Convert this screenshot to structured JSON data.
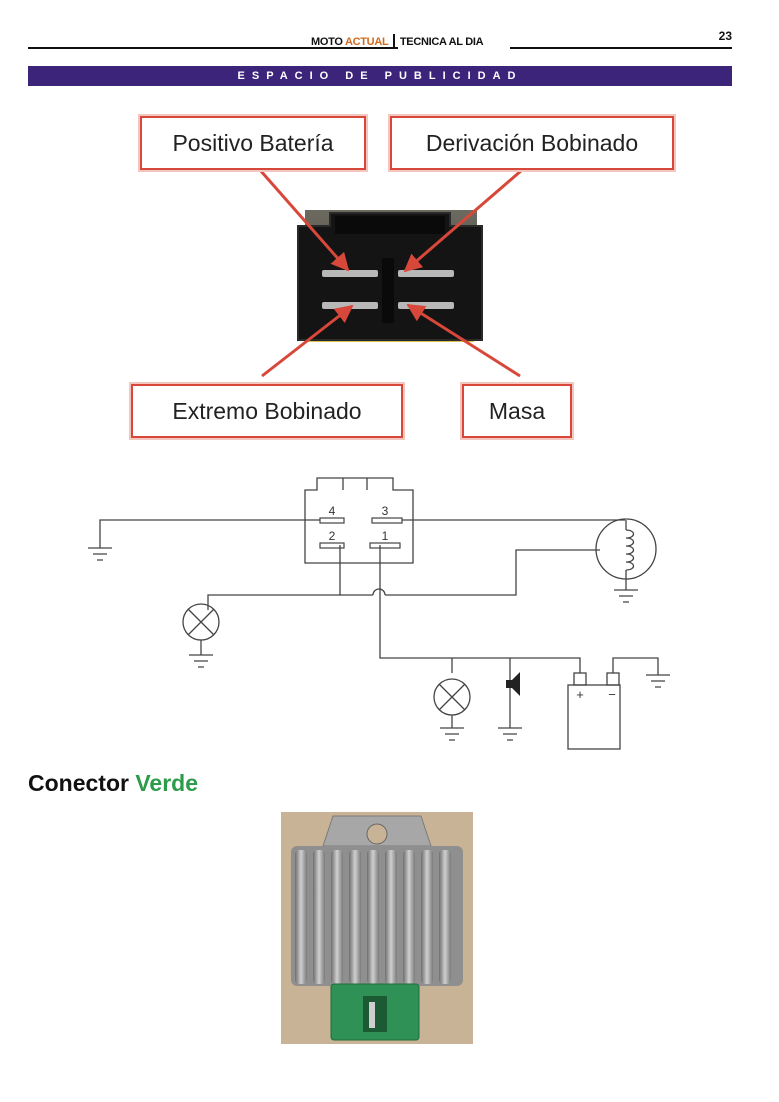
{
  "header": {
    "brand_1": "MOTO",
    "brand_2": "ACTUAL",
    "section": "TECNICA AL DIA",
    "page_number": "23"
  },
  "ad_banner": "ESPACIO DE PUBLICIDAD",
  "connector_labels": {
    "top_left": "Positivo Batería",
    "top_right": "Derivación Bobinado",
    "bottom_left": "Extremo Bobinado",
    "bottom_right": "Masa"
  },
  "schematic": {
    "pins": [
      "4",
      "3",
      "2",
      "1"
    ],
    "battery_plus": "+",
    "battery_minus": "−"
  },
  "section_title": {
    "word1": "Conector",
    "word2": "Verde"
  },
  "colors": {
    "brand_accent": "#d2691e",
    "banner": "#3b2479",
    "callout_border": "#d8483a",
    "title_green": "#2c9c4a"
  }
}
